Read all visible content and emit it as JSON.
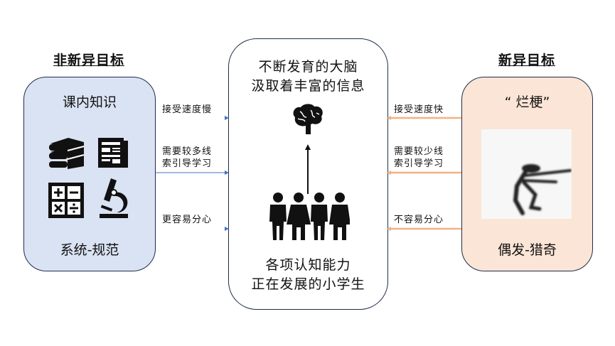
{
  "left": {
    "heading": "非新异目标",
    "box_title": "课内知识",
    "box_footer": "系统-规范",
    "color": "#dae3f3",
    "icons": [
      "books-icon",
      "newspaper-icon",
      "calculator-icon",
      "microscope-icon"
    ]
  },
  "right": {
    "heading": "新异目标",
    "box_title": "“ 烂梗”",
    "box_footer": "偶发-猎奇",
    "color": "#fbe5d6"
  },
  "center": {
    "top_text": [
      "不断发育的大脑",
      "汲取着丰富的信息"
    ],
    "bottom_text": [
      "各项认知能力",
      "正在发展的小学生"
    ]
  },
  "left_arrows": [
    {
      "label": [
        "接受速度慢"
      ]
    },
    {
      "label": [
        "需要较多线",
        "索引导学习"
      ]
    },
    {
      "label": [
        "更容易分心"
      ]
    }
  ],
  "right_arrows": [
    {
      "label": [
        "接受速度快"
      ]
    },
    {
      "label": [
        "需要较少线",
        "索引导学习"
      ]
    },
    {
      "label": [
        "不容易分心"
      ]
    }
  ],
  "colors": {
    "left_arrow": "#4472c4",
    "right_arrow": "#f4b183",
    "border": "#1f2d4a"
  }
}
